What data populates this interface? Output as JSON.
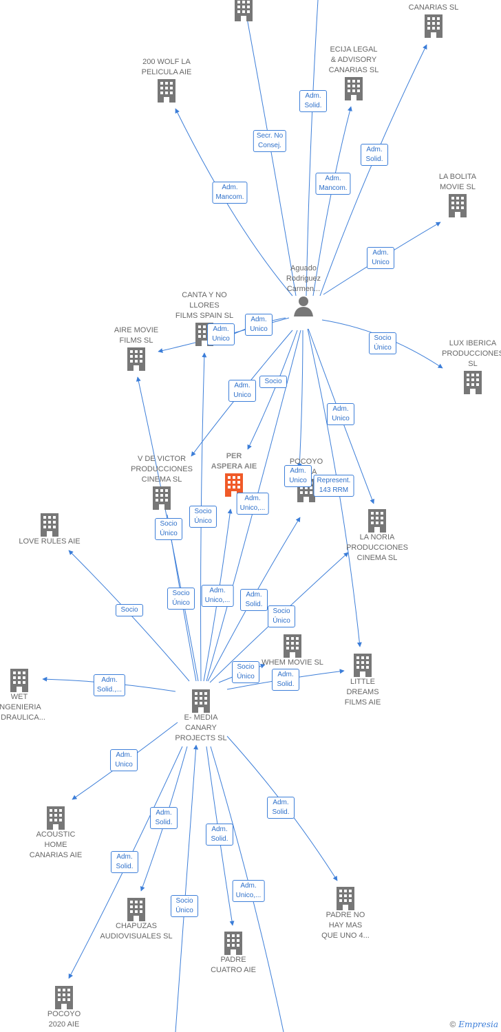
{
  "nodes": {
    "top_building": {
      "label": ""
    },
    "canarias_sl": {
      "label": "CANARIAS  SL"
    },
    "wolf": {
      "label": "200 WOLF LA\nPELICULA AIE"
    },
    "ecija": {
      "label": "ECIJA LEGAL\n& ADVISORY\nCANARIAS  SL"
    },
    "la_bolita": {
      "label": "LA BOLITA\nMOVIE  SL"
    },
    "aguado": {
      "label": "Aguado\nRodriguez\nCarmen..."
    },
    "canta": {
      "label": "CANTA Y NO\nLLORES\nFILMS SPAIN  SL"
    },
    "aire": {
      "label": "AIRE MOVIE\nFILMS  SL"
    },
    "lux": {
      "label": "LUX IBERICA\nPRODUCCIONES\nSL"
    },
    "victor": {
      "label": "V DE VICTOR\nPRODUCCIONES\nCINEMA  SL"
    },
    "per_aspera": {
      "label": "PER\nASPERA  AIE"
    },
    "pocoyo_rada": {
      "label": "POCOYO\nRADA"
    },
    "la_noria": {
      "label": "LA NORIA\nPRODUCCIONES\nCINEMA  SL"
    },
    "love_rules": {
      "label": "LOVE RULES AIE"
    },
    "whem": {
      "label": "WHEM MOVIE  SL"
    },
    "little_dreams": {
      "label": "LITTLE\nDREAMS\nFILMS  AIE"
    },
    "wet": {
      "label": "WET\nINGENIERIA\nHIDRAULICA..."
    },
    "emedia": {
      "label": "E- MEDIA\nCANARY\nPROJECTS  SL"
    },
    "acoustic": {
      "label": "ACOUSTIC\nHOME\nCANARIAS AIE"
    },
    "padre_no": {
      "label": "PADRE NO\nHAY MAS\nQUE UNO 4..."
    },
    "chapuzas": {
      "label": "CHAPUZAS\nAUDIOVISUALES SL"
    },
    "padre_cuatro": {
      "label": "PADRE\nCUATRO AIE"
    },
    "pocoyo_2020": {
      "label": "POCOYO\n2020  AIE"
    }
  },
  "edge_labels": {
    "e1": "Adm.\nSolid.",
    "e2": "Secr.  No\nConsej.",
    "e3": "Adm.\nMancom.",
    "e4": "Adm.\nMancom.",
    "e5": "Adm.\nSolid.",
    "e6": "Adm.\nUnico",
    "e7": "Adm.\nUnico",
    "e8": "Adm.\nUnico",
    "e9": "Socio\nÚnico",
    "e10": "Adm.\nUnico",
    "e11": "Socio",
    "e12": "Adm.\nUnico",
    "e13": "Adm.\nUnico",
    "e14": "Represent.\n143 RRM",
    "e15": "Adm.\nUnico,...",
    "e16": "Socio\nÚnico",
    "e17": "Socio\nÚnico",
    "e18": "Socio\nÚnico",
    "e19": "Adm.\nUnico,...",
    "e20": "Adm.\nSolid.",
    "e21": "Socio\nÚnico",
    "e22": "Socio",
    "e23": "Adm.\nSolid.,...",
    "e24": "Socio\nÚnico",
    "e25": "Adm.\nSolid.",
    "e26": "Adm.\nUnico",
    "e27": "Adm.\nSolid.",
    "e28": "Adm.\nSolid.",
    "e29": "Adm.\nSolid.",
    "e30": "Adm.\nSolid.",
    "e31": "Socio\nÚnico",
    "e32": "Adm.\nUnico,..."
  },
  "colors": {
    "edge": "#3b7dd8",
    "building": "#777777",
    "focus": "#f05a28"
  },
  "brand": {
    "copyright": "©",
    "name": "Empresia"
  }
}
